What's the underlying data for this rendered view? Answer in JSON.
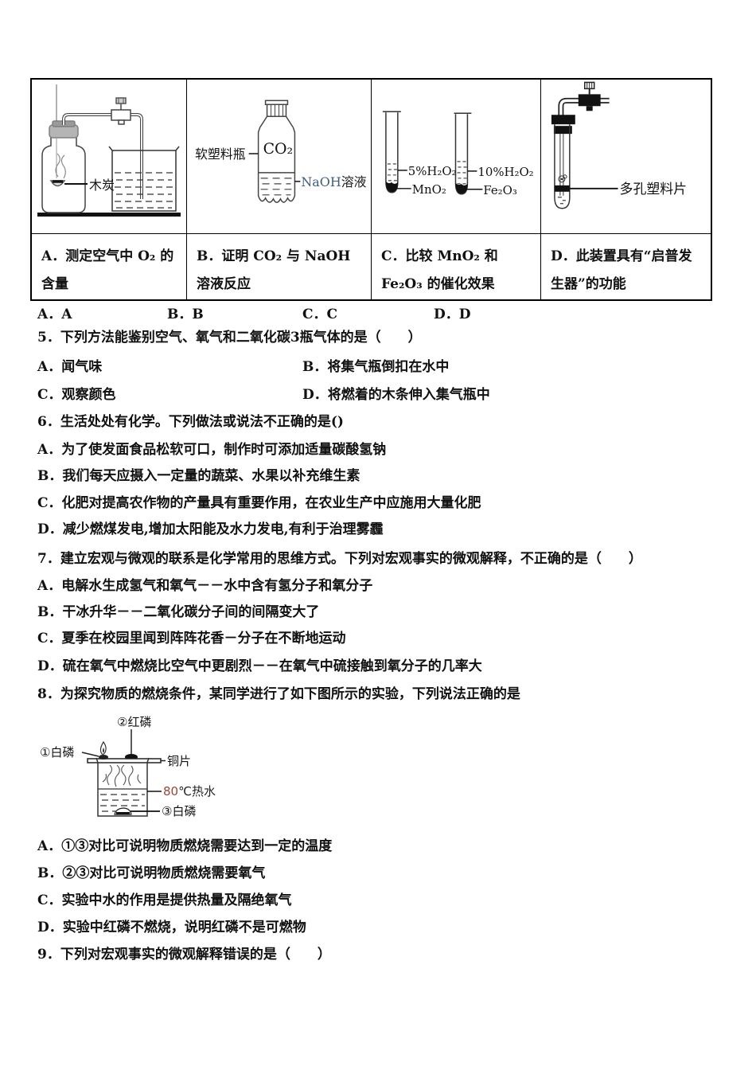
{
  "apparatus_table": {
    "cells": [
      {
        "caption": "A．测定空气中 O₂ 的含量",
        "charcoal_label": "木炭"
      },
      {
        "caption": "B．证明 CO₂ 与 NaOH 溶液反应",
        "bottle_label": "软塑料瓶",
        "gas_label": "CO₂",
        "solution_prefix": "NaOH",
        "solution_suffix": "溶液"
      },
      {
        "caption": "C．比较 MnO₂ 和 Fe₂O₃ 的催化效果",
        "left_liquid": "5%H₂O₂",
        "left_catalyst": "MnO₂",
        "right_liquid": "10%H₂O₂",
        "right_catalyst": "Fe₂O₃"
      },
      {
        "caption": "D．此装置具有“启普发生器”的功能",
        "sheet_label": "多孔塑料片"
      }
    ]
  },
  "answer_row": {
    "a": "A．A",
    "b": "B．B",
    "c": "C．C",
    "d": "D．D"
  },
  "q5": {
    "stem": "5．下列方法能鉴别空气、氧气和二氧化碳3瓶气体的是（　　）",
    "options": [
      "A．闻气味",
      "B．将集气瓶倒扣在水中",
      "C．观察颜色",
      "D．将燃着的木条伸入集气瓶中"
    ]
  },
  "q6": {
    "stem": "6．生活处处有化学。下列做法或说法不正确的是()",
    "options": [
      "A．为了使发面食品松软可口，制作时可添加适量碳酸氢钠",
      "B．我们每天应摄入一定量的蔬菜、水果以补充维生素",
      "C．化肥对提高农作物的产量具有重要作用，在农业生产中应施用大量化肥",
      "D．减少燃煤发电,增加太阳能及水力发电,有利于治理雾霾"
    ]
  },
  "q7": {
    "stem": "7．建立宏观与微观的联系是化学常用的思维方式。下列对宏观事实的微观解释，不正确的是（　　）",
    "options": [
      "A．电解水生成氢气和氧气－－水中含有氢分子和氧分子",
      "B．干冰升华－－二氧化碳分子间的间隔变大了",
      "C．夏季在校园里闻到阵阵花香－分子在不断地运动",
      "D．硫在氧气中燃烧比空气中更剧烈－－在氧气中硫接触到氧分子的几率大"
    ]
  },
  "q8": {
    "stem": "8．为探究物质的燃烧条件，某同学进行了如下图所示的实验，下列说法正确的是",
    "options": [
      "A．①③对比可说明物质燃烧需要达到一定的温度",
      "B．②③对比可说明物质燃烧需要氧气",
      "C．实验中水的作用是提供热量及隔绝氧气",
      "D．实验中红磷不燃烧，说明红磷不是可燃物"
    ],
    "diagram": {
      "red_p": "②红磷",
      "white_p_top": "①白磷",
      "copper": "铜片",
      "temp": "80",
      "hot_water": "℃热水",
      "white_p_bottom": "③白磷"
    }
  },
  "q9": {
    "stem": "9．下列对宏观事实的微观解释错误的是（　　）"
  },
  "colors": {
    "ink": "#111111",
    "temp_red": "#9a4632"
  }
}
